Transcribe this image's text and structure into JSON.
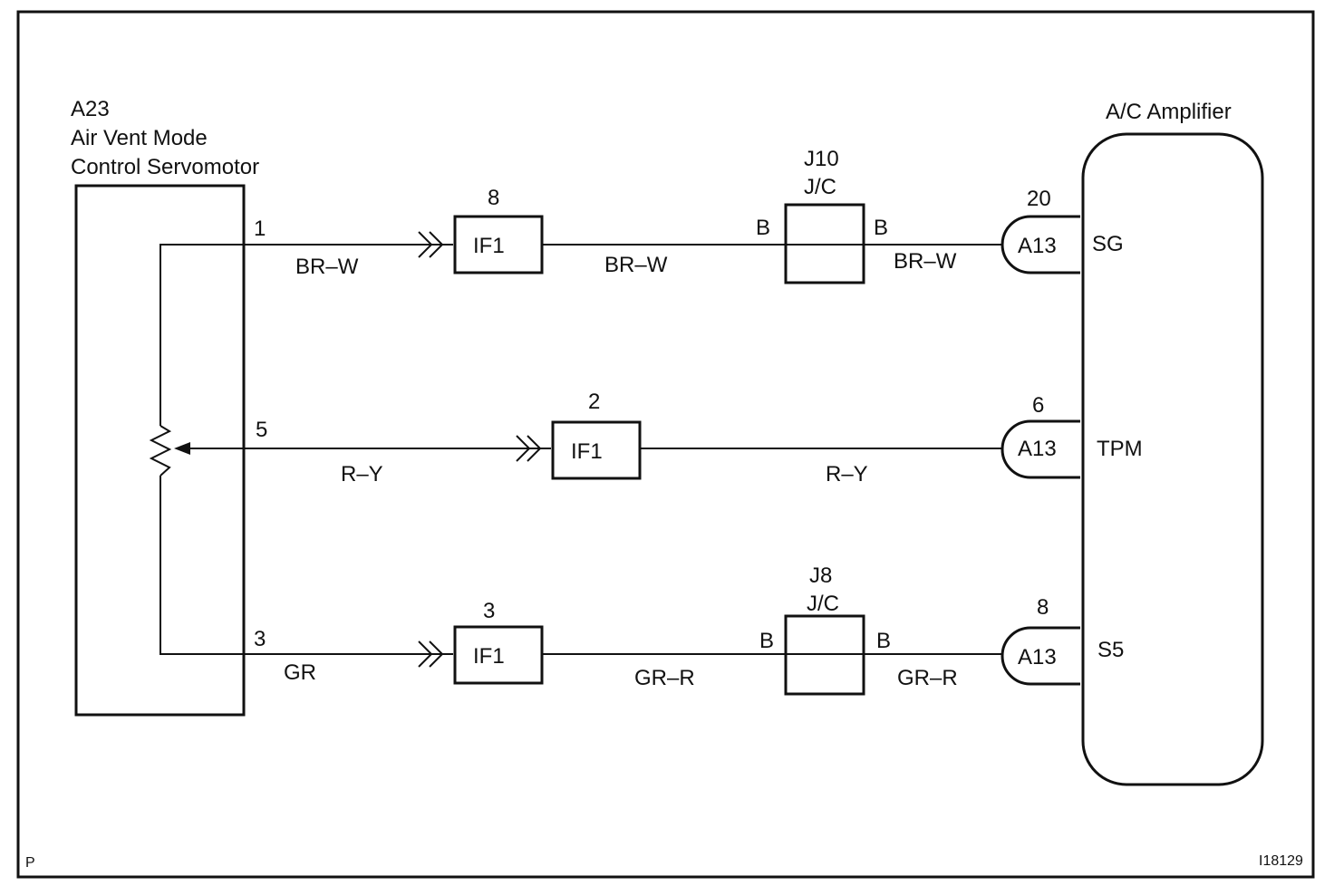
{
  "servomotor": {
    "code": "A23",
    "name_line1": "Air Vent Mode",
    "name_line2": "Control Servomotor",
    "pins": [
      "1",
      "5",
      "3"
    ]
  },
  "amplifier": {
    "name": "A/C Amplifier",
    "terminals": [
      "SG",
      "TPM",
      "S5"
    ]
  },
  "wires": {
    "row1_left": "BR–W",
    "row1_mid": "BR–W",
    "row1_right": "BR–W",
    "row2_left": "R–Y",
    "row2_right": "R–Y",
    "row3_left": "GR",
    "row3_mid": "GR–R",
    "row3_right": "GR–R"
  },
  "connectors": {
    "if1_label": "IF1",
    "if1_pin_row1": "8",
    "if1_pin_row2": "2",
    "if1_pin_row3": "3",
    "a13_label": "A13",
    "a13_pin_row1": "20",
    "a13_pin_row2": "6",
    "a13_pin_row3": "8"
  },
  "junctions": {
    "j10_code": "J10",
    "j10_type": "J/C",
    "j8_code": "J8",
    "j8_type": "J/C",
    "terminal_b": "B"
  },
  "footer": {
    "left_code": "P",
    "right_code": "I18129"
  }
}
